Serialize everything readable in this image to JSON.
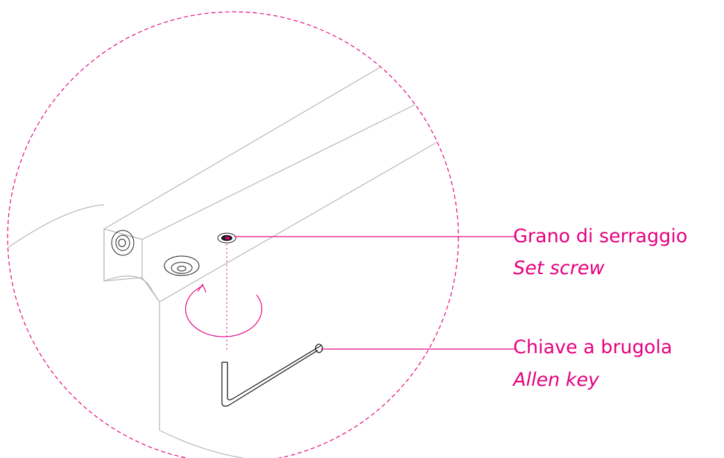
{
  "labels": {
    "set_screw_it": "Grano di serraggio",
    "set_screw_en": "Set screw",
    "allen_key_it": "Chiave a brugola",
    "allen_key_en": "Allen key"
  },
  "colors": {
    "accent": "#e5007e",
    "line": "#b4b4b4",
    "ink": "#1a1a1a"
  }
}
